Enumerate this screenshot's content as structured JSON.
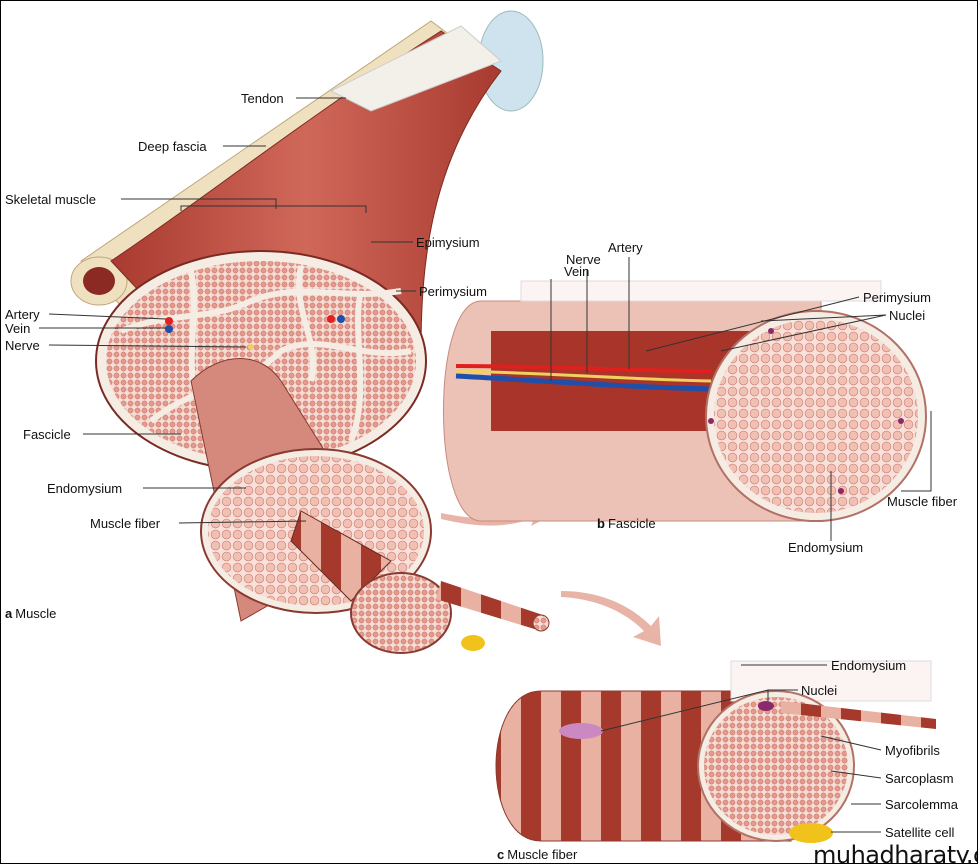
{
  "panel_a": {
    "caption_letter": "a",
    "caption": "Muscle",
    "labels": {
      "tendon": "Tendon",
      "deep_fascia": "Deep fascia",
      "skeletal_muscle": "Skeletal muscle",
      "epimysium": "Epimysium",
      "perimysium": "Perimysium",
      "artery": "Artery",
      "vein": "Vein",
      "nerve": "Nerve",
      "fascicle": "Fascicle",
      "endomysium": "Endomysium",
      "muscle_fiber": "Muscle fiber"
    }
  },
  "panel_b": {
    "caption_letter": "b",
    "caption": "Fascicle",
    "labels": {
      "vein": "Vein",
      "nerve": "Nerve",
      "artery": "Artery",
      "perimysium": "Perimysium",
      "nuclei": "Nuclei",
      "muscle_fiber": "Muscle fiber",
      "endomysium": "Endomysium"
    }
  },
  "panel_c": {
    "caption_letter": "c",
    "caption": "Muscle fiber",
    "labels": {
      "endomysium": "Endomysium",
      "nuclei": "Nuclei",
      "myofibrils": "Myofibrils",
      "sarcoplasm": "Sarcoplasm",
      "sarcolemma": "Sarcolemma",
      "satellite_cell": "Satellite cell"
    }
  },
  "watermark": "muhadharaty.com",
  "colors": {
    "muscle": "#b8453a",
    "muscle_light": "#e9b0a4",
    "fascicle_fill": "#f2c4bb",
    "bone": "#efe1c0",
    "cartilage": "#cfe3ee",
    "artery": "#e0201c",
    "vein": "#1f4fa8",
    "nerve": "#f0d060",
    "satellite": "#f2c21c",
    "nucleus": "#8a2a6a"
  }
}
